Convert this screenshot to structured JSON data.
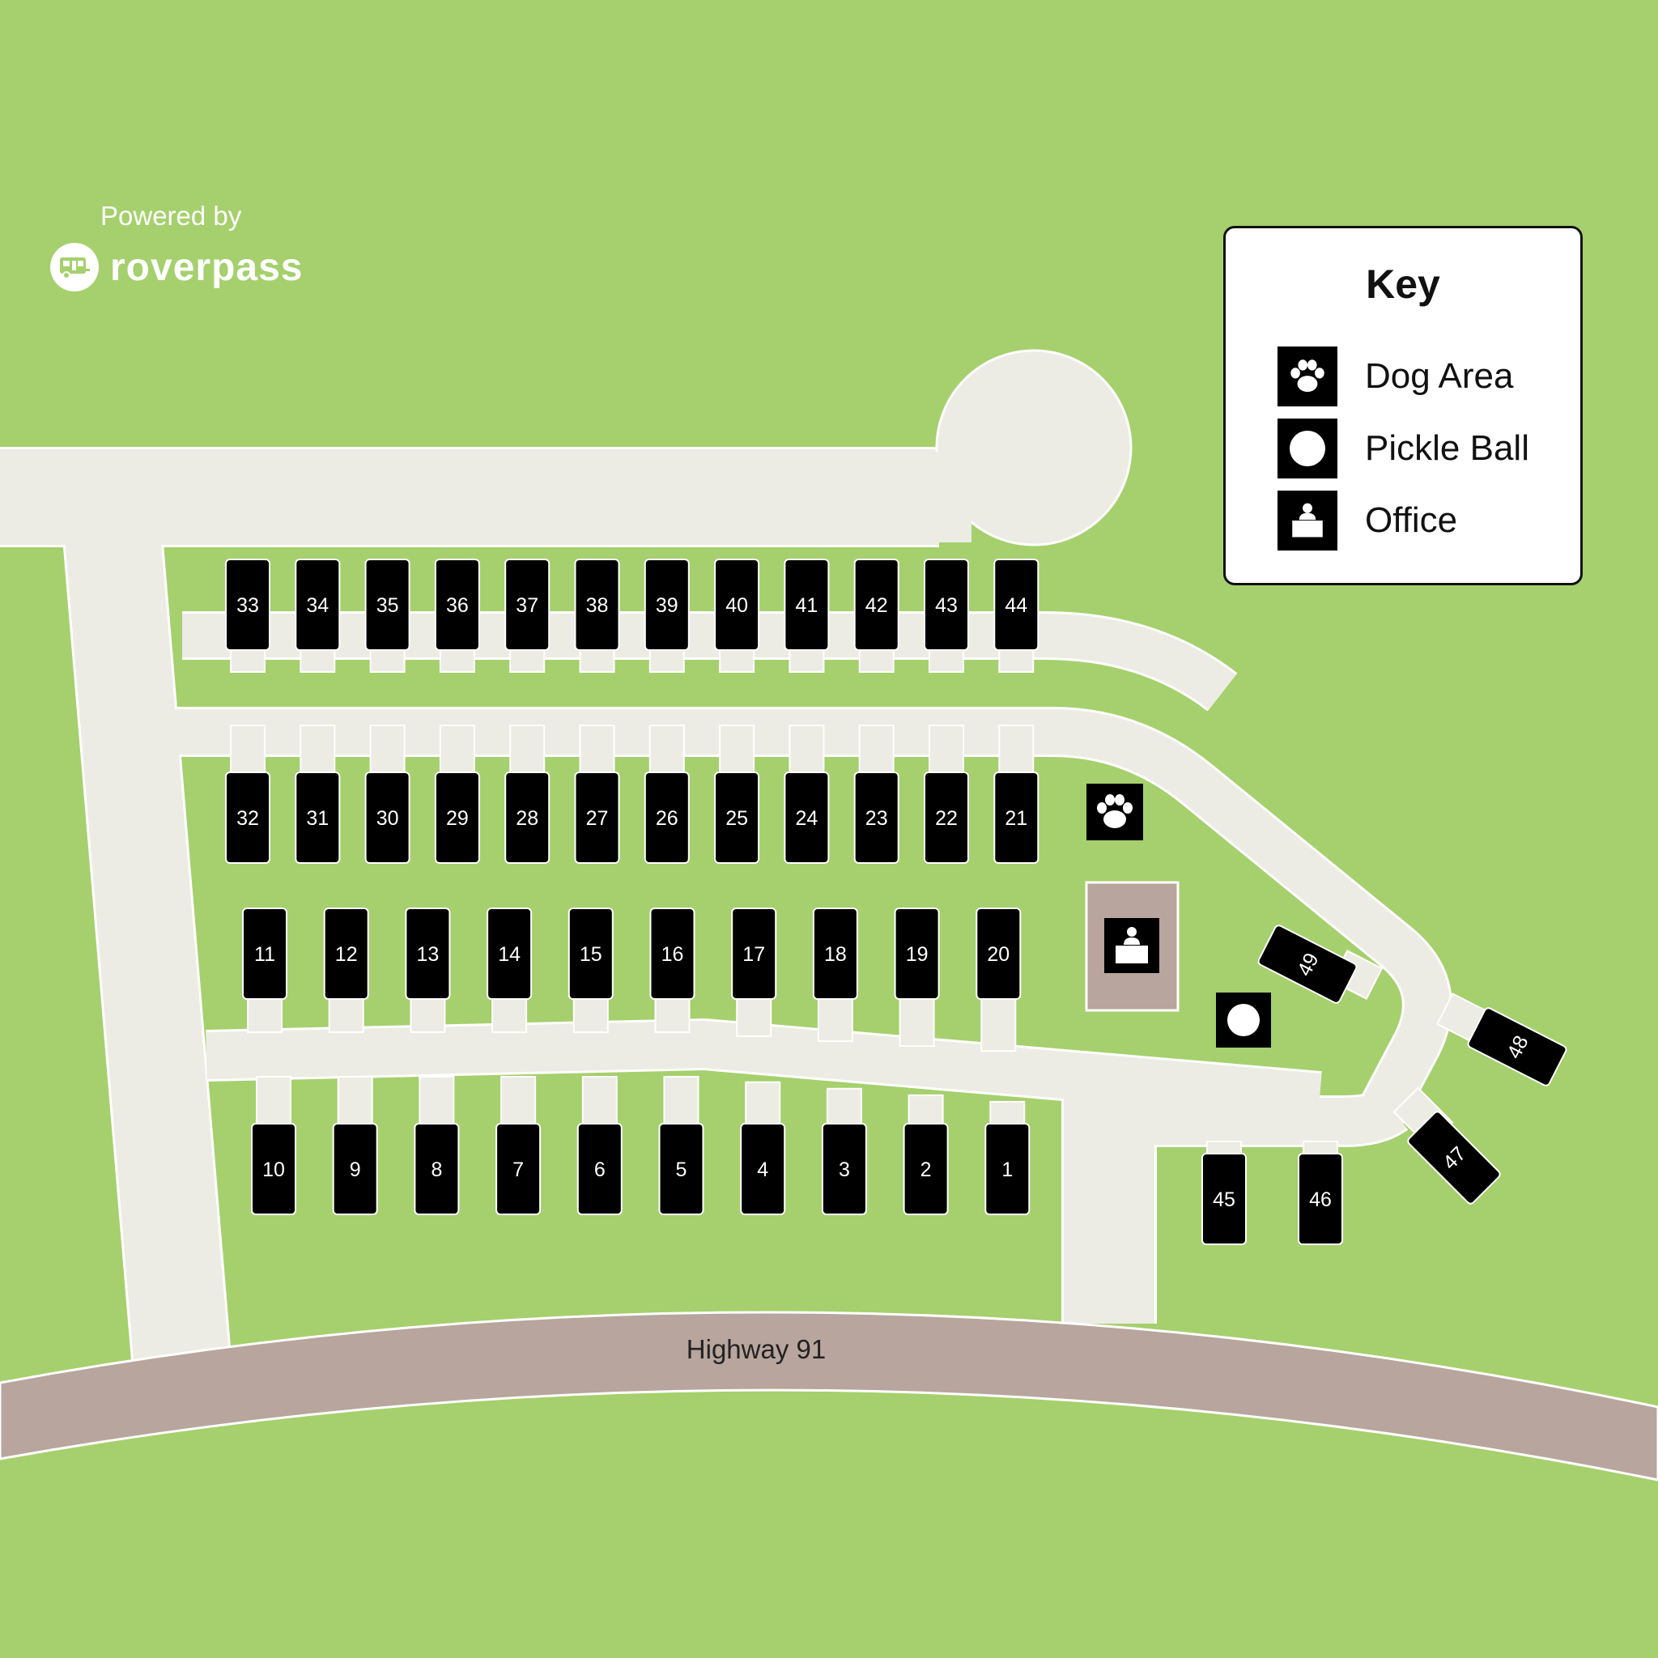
{
  "brand": {
    "powered_by": "Powered by",
    "name": "roverpass",
    "logo_icon": "rv-camper-icon"
  },
  "key": {
    "title": "Key",
    "items": [
      {
        "label": "Dog Area",
        "icon": "paw-icon"
      },
      {
        "label": "Pickle Ball",
        "icon": "circle-icon"
      },
      {
        "label": "Office",
        "icon": "office-desk-icon"
      }
    ]
  },
  "highway": {
    "label": "Highway 91"
  },
  "colors": {
    "grass": "#a5d06d",
    "road": "#ecece4",
    "highway": "#b8a59d",
    "office_pad": "#b8a59d",
    "site": "#000000"
  },
  "sites": {
    "row_a": [
      "33",
      "34",
      "35",
      "36",
      "37",
      "38",
      "39",
      "40",
      "41",
      "42",
      "43",
      "44"
    ],
    "row_b": [
      "32",
      "31",
      "30",
      "29",
      "28",
      "27",
      "26",
      "25",
      "24",
      "23",
      "22",
      "21"
    ],
    "row_c": [
      "11",
      "12",
      "13",
      "14",
      "15",
      "16",
      "17",
      "18",
      "19",
      "20"
    ],
    "row_d": [
      "10",
      "9",
      "8",
      "7",
      "6",
      "5",
      "4",
      "3",
      "2",
      "1"
    ],
    "extra": [
      "45",
      "46",
      "47",
      "48",
      "49"
    ]
  },
  "amenities": [
    "paw-icon",
    "office-desk-icon",
    "circle-icon"
  ]
}
